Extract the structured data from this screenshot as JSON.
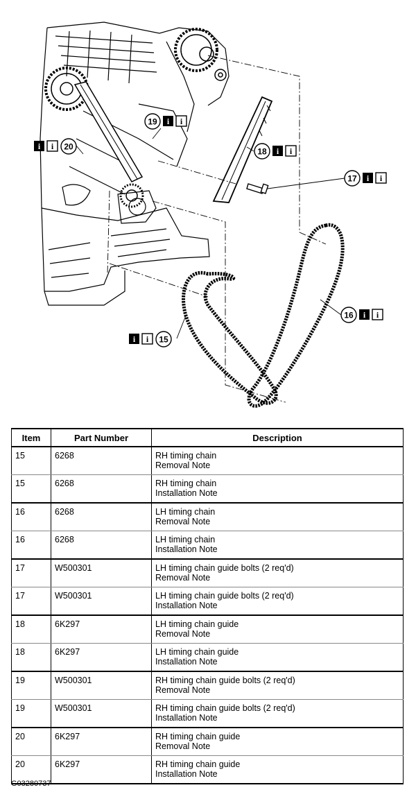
{
  "diagram": {
    "callouts": [
      {
        "num": "15"
      },
      {
        "num": "16"
      },
      {
        "num": "17"
      },
      {
        "num": "18"
      },
      {
        "num": "19"
      },
      {
        "num": "20"
      }
    ],
    "info_symbol": "i"
  },
  "table": {
    "headers": {
      "item": "Item",
      "part_number": "Part Number",
      "description": "Description"
    },
    "rows": [
      {
        "item": "15",
        "part": "6268",
        "desc": "RH timing chain",
        "note": "Removal Note"
      },
      {
        "item": "15",
        "part": "6268",
        "desc": "RH timing chain",
        "note": "Installation Note"
      },
      {
        "item": "16",
        "part": "6268",
        "desc": "LH timing chain",
        "note": "Removal Note"
      },
      {
        "item": "16",
        "part": "6268",
        "desc": "LH timing chain",
        "note": "Installation Note"
      },
      {
        "item": "17",
        "part": "W500301",
        "desc": "LH timing chain guide bolts (2 req'd)",
        "note": "Removal Note"
      },
      {
        "item": "17",
        "part": "W500301",
        "desc": "LH timing chain guide bolts (2 req'd)",
        "note": "Installation Note"
      },
      {
        "item": "18",
        "part": "6K297",
        "desc": "LH timing chain guide",
        "note": "Removal Note"
      },
      {
        "item": "18",
        "part": "6K297",
        "desc": "LH timing chain guide",
        "note": "Installation Note"
      },
      {
        "item": "19",
        "part": "W500301",
        "desc": "RH timing chain guide bolts (2 req'd)",
        "note": "Removal Note"
      },
      {
        "item": "19",
        "part": "W500301",
        "desc": "RH timing chain guide bolts (2 req'd)",
        "note": "Installation Note"
      },
      {
        "item": "20",
        "part": "6K297",
        "desc": "RH timing chain guide",
        "note": "Removal Note"
      },
      {
        "item": "20",
        "part": "6K297",
        "desc": "RH timing chain guide",
        "note": "Installation Note"
      }
    ]
  },
  "figure_id": "G03280737"
}
